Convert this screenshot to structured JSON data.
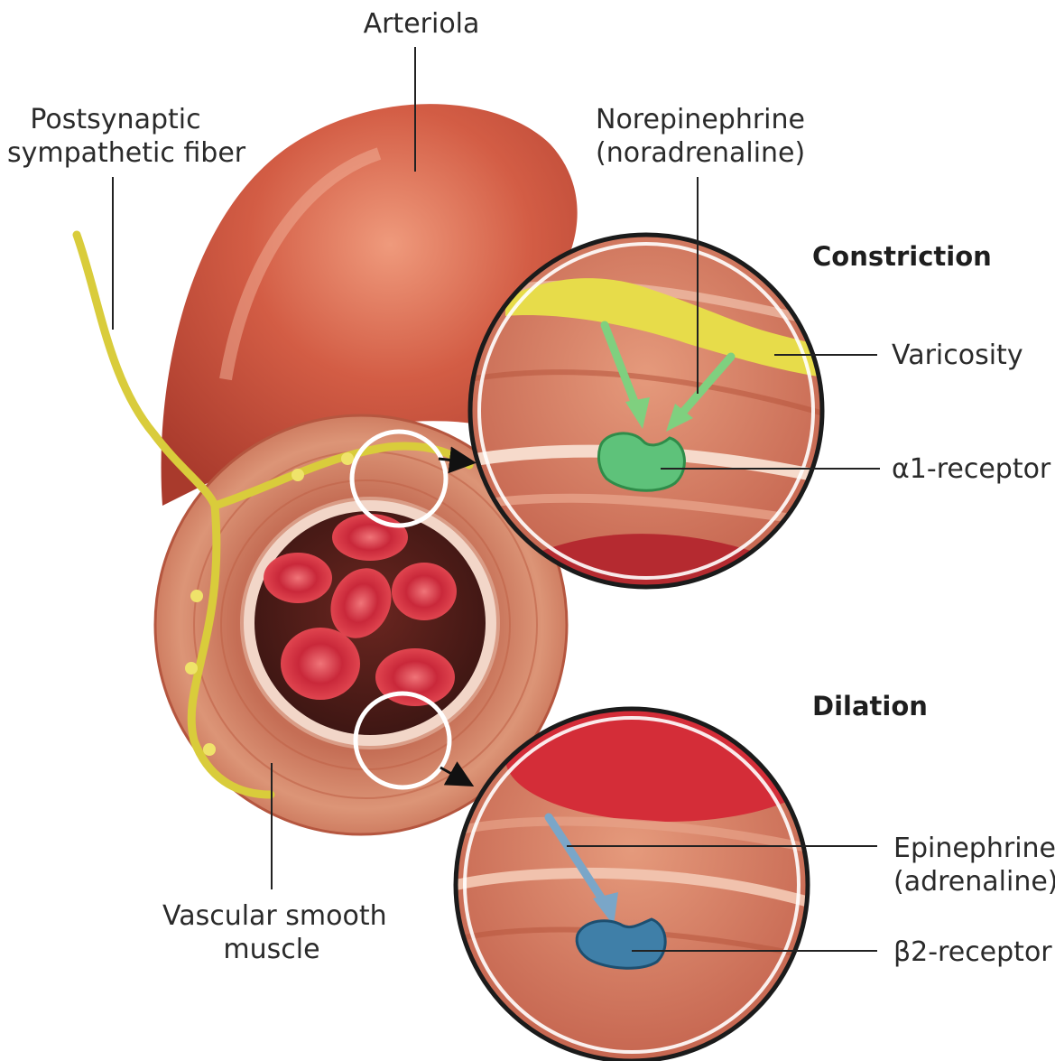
{
  "labels": {
    "arteriola": "Arteriola",
    "postsynaptic_line1": "Postsynaptic",
    "postsynaptic_line2": "sympathetic fiber",
    "norepinephrine_line1": "Norepinephrine",
    "norepinephrine_line2": "(noradrenaline)",
    "constriction": "Constriction",
    "varicosity": "Varicosity",
    "alpha1_receptor": "α1-receptor",
    "dilation": "Dilation",
    "epinephrine_line1": "Epinephrine",
    "epinephrine_line2": "(adrenaline)",
    "beta2_receptor": "β2-receptor",
    "smooth_muscle_line1": "Vascular smooth",
    "smooth_muscle_line2": "muscle"
  },
  "colors": {
    "vessel_outer": "#c8503c",
    "vessel_highlight": "#e58a6e",
    "muscle_wall": "#d58868",
    "lumen_dark": "#4a1d1a",
    "red_cell": "#d8373f",
    "nerve_fiber": "#e6dc4a",
    "alpha_receptor": "#5ec27a",
    "beta_receptor": "#3f7fa8",
    "norepinephrine_arrow": "#7fd07f",
    "epinephrine_arrow": "#7aa6c8"
  }
}
